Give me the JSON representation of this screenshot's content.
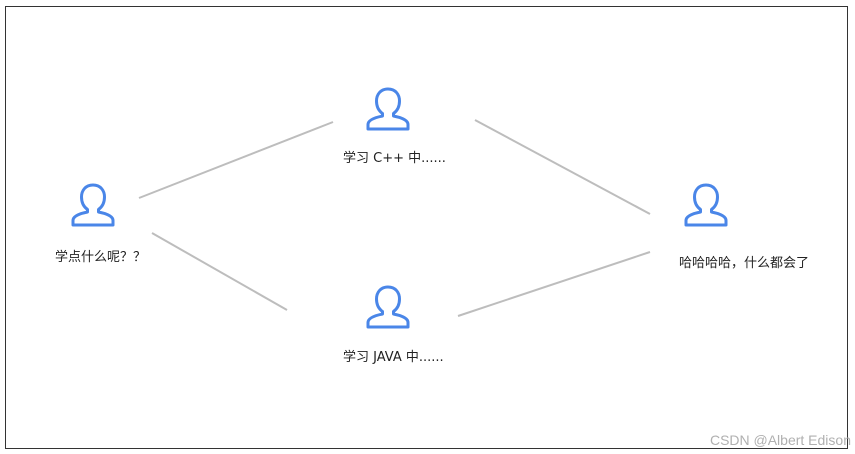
{
  "diagram": {
    "nodes": [
      {
        "id": "left",
        "label": "学点什么呢？？",
        "icon": "user-icon"
      },
      {
        "id": "top",
        "label": "学习 C++ 中......",
        "icon": "user-icon"
      },
      {
        "id": "bottom",
        "label": "学习 JAVA 中......",
        "icon": "user-icon"
      },
      {
        "id": "right",
        "label": "哈哈哈哈，什么都会了",
        "icon": "user-icon"
      }
    ],
    "edges": [
      {
        "from": "left",
        "to": "top"
      },
      {
        "from": "left",
        "to": "bottom"
      },
      {
        "from": "top",
        "to": "right"
      },
      {
        "from": "bottom",
        "to": "right"
      }
    ],
    "colors": {
      "icon": "#4a86e8",
      "edge": "#bdbdbd"
    }
  },
  "watermark": "CSDN @Albert Edison"
}
